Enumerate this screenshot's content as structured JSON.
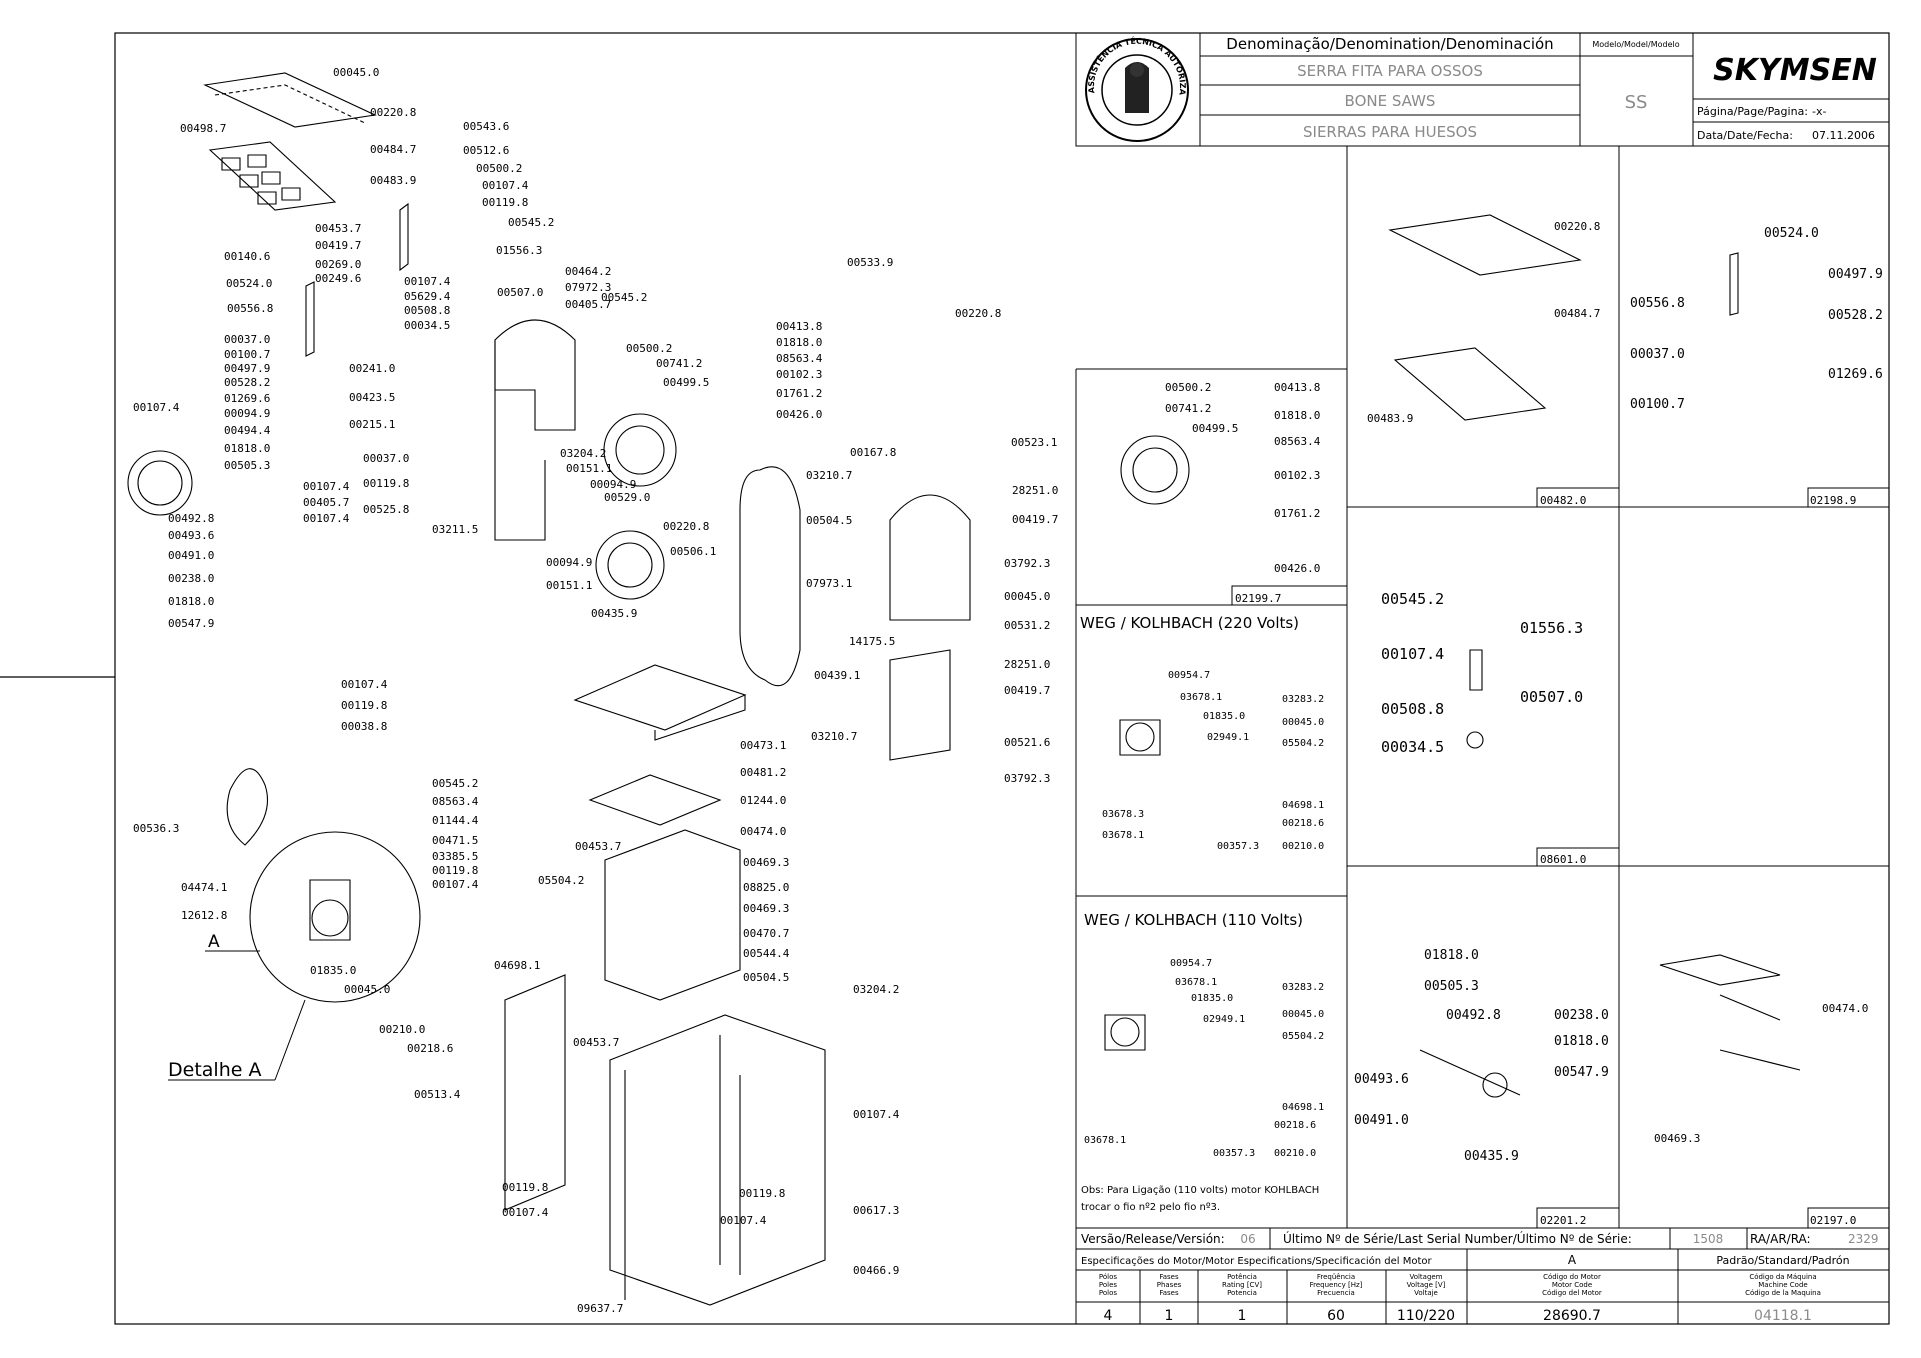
{
  "title_block": {
    "denomination_label": "Denominação/Denomination/Denominación",
    "model_label": "Modelo/Model/Modelo",
    "names": [
      "SERRA FITA PARA OSSOS",
      "BONE SAWS",
      "SIERRAS PARA HUESOS"
    ],
    "model": "SS",
    "brand": "SKYMSEN",
    "seal_text": "ASSISTÊNCIA TÉCNICA AUTORIZADA",
    "page_label": "Página/Page/Pagina:",
    "page_value": "-x-",
    "date_label": "Data/Date/Fecha:",
    "date_value": "07.11.2006"
  },
  "footer": {
    "version_label": "Versão/Release/Versión:",
    "version": "06",
    "serial_label": "Último Nº de Série/Last Serial Number/Último Nº de Série:",
    "serial": "1508",
    "ra_label": "RA/AR/RA:",
    "ra": "2329",
    "motor_spec_label": "Especificações do Motor/Motor Especifications/Specificación del Motor",
    "motor_code_header": "A",
    "standard_label": "Padrão/Standard/Padrón",
    "columns": [
      [
        "Pólos",
        "Poles",
        "Polos"
      ],
      [
        "Fases",
        "Phases",
        "Fases"
      ],
      [
        "Potência",
        "Rating [CV]",
        "Potencia"
      ],
      [
        "Freqüência",
        "Frequency [Hz]",
        "Frecuencia"
      ],
      [
        "Voltagem",
        "Voltage [V]",
        "Voltaje"
      ],
      [
        "Código do Motor",
        "Motor Code",
        "Código del Motor"
      ],
      [
        "Código da Máquina",
        "Machine Code",
        "Código de la Maquina"
      ]
    ],
    "values": [
      "4",
      "1",
      "1",
      "60",
      "110/220",
      "28690.7",
      "04118.1"
    ]
  },
  "panels": {
    "p00482": "00482.0",
    "p02198": "02198.9",
    "p02199": "02199.7",
    "p08601": "08601.0",
    "p02201": "02201.2",
    "p02197": "02197.0",
    "weg220_title": "WEG / KOLHBACH (220 Volts)",
    "weg110_title": "WEG / KOLHBACH (110 Volts)",
    "obs_line1": "Obs: Para Ligação (110 volts) motor KOHLBACH",
    "obs_line2": "trocar o fio nº2 pelo fio nº3."
  },
  "detail": {
    "marker": "A",
    "label": "Detalhe A"
  },
  "callouts": {
    "c00045_0": "00045.0",
    "c00220_8": "00220.8",
    "c00498_7": "00498.7",
    "c00484_7": "00484.7",
    "c00483_9": "00483.9",
    "c00543_6": "00543.6",
    "c00512_6": "00512.6",
    "c00500_2": "00500.2",
    "c00107_4": "00107.4",
    "c00119_8": "00119.8",
    "c00545_2": "00545.2",
    "c00453_7": "00453.7",
    "c00419_7": "00419.7",
    "c00269_0": "00269.0",
    "c00249_6": "00249.6",
    "c01556_3": "01556.3",
    "c00140_6": "00140.6",
    "c00524_0": "00524.0",
    "c05629_4": "05629.4",
    "c00508_8": "00508.8",
    "c00034_5": "00034.5",
    "c00507_0": "00507.0",
    "c00464_2": "00464.2",
    "c07972_3": "07972.3",
    "c00405_7": "00405.7",
    "c00556_8": "00556.8",
    "c00037_0": "00037.0",
    "c00100_7": "00100.7",
    "c00497_9": "00497.9",
    "c00528_2": "00528.2",
    "c01269_6": "01269.6",
    "c00241_0": "00241.0",
    "c00423_5": "00423.5",
    "c00215_1": "00215.1",
    "c00094_9": "00094.9",
    "c00494_4": "00494.4",
    "c01818_0": "01818.0",
    "c00505_3": "00505.3",
    "c00533_9": "00533.9",
    "c00741_2": "00741.2",
    "c00499_5": "00499.5",
    "c00413_8": "00413.8",
    "c08563_4": "08563.4",
    "c00102_3": "00102.3",
    "c01761_2": "01761.2",
    "c00426_0": "00426.0",
    "c00492_8": "00492.8",
    "c00493_6": "00493.6",
    "c00491_0": "00491.0",
    "c00238_0": "00238.0",
    "c00547_9": "00547.9",
    "c00525_8": "00525.8",
    "c03211_5": "03211.5",
    "c03204_2": "03204.2",
    "c00151_1": "00151.1",
    "c00529_0": "00529.0",
    "c00506_1": "00506.1",
    "c00435_9": "00435.9",
    "c00167_8": "00167.8",
    "c00523_1": "00523.1",
    "c03210_7": "03210.7",
    "c28251_0": "28251.0",
    "c00504_5": "00504.5",
    "c07973_1": "07973.1",
    "c03792_3": "03792.3",
    "c00531_2": "00531.2",
    "c00439_1": "00439.1",
    "c14175_5": "14175.5",
    "c00521_6": "00521.6",
    "c00473_1": "00473.1",
    "c00481_2": "00481.2",
    "c01244_0": "01244.0",
    "c00474_0": "00474.0",
    "c00038_8": "00038.8",
    "c01144_4": "01144.4",
    "c00471_5": "00471.5",
    "c03385_5": "03385.5",
    "c00536_3": "00536.3",
    "c04474_1": "04474.1",
    "c12612_8": "12612.8",
    "c05504_2": "05504.2",
    "c04698_1": "04698.1",
    "c01835_0": "01835.0",
    "c00210_0": "00210.0",
    "c00218_6": "00218.6",
    "c00469_3": "00469.3",
    "c08825_0": "08825.0",
    "c00470_7": "00470.7",
    "c00544_4": "00544.4",
    "c00513_4": "00513.4",
    "c00617_3": "00617.3",
    "c00466_9": "00466.9",
    "c09637_7": "09637.7",
    "c00954_7": "00954.7",
    "c03678_1": "03678.1",
    "c03283_2": "03283.2",
    "c02949_1": "02949.1",
    "c03678_3": "03678.3",
    "c00357_3": "00357.3"
  }
}
